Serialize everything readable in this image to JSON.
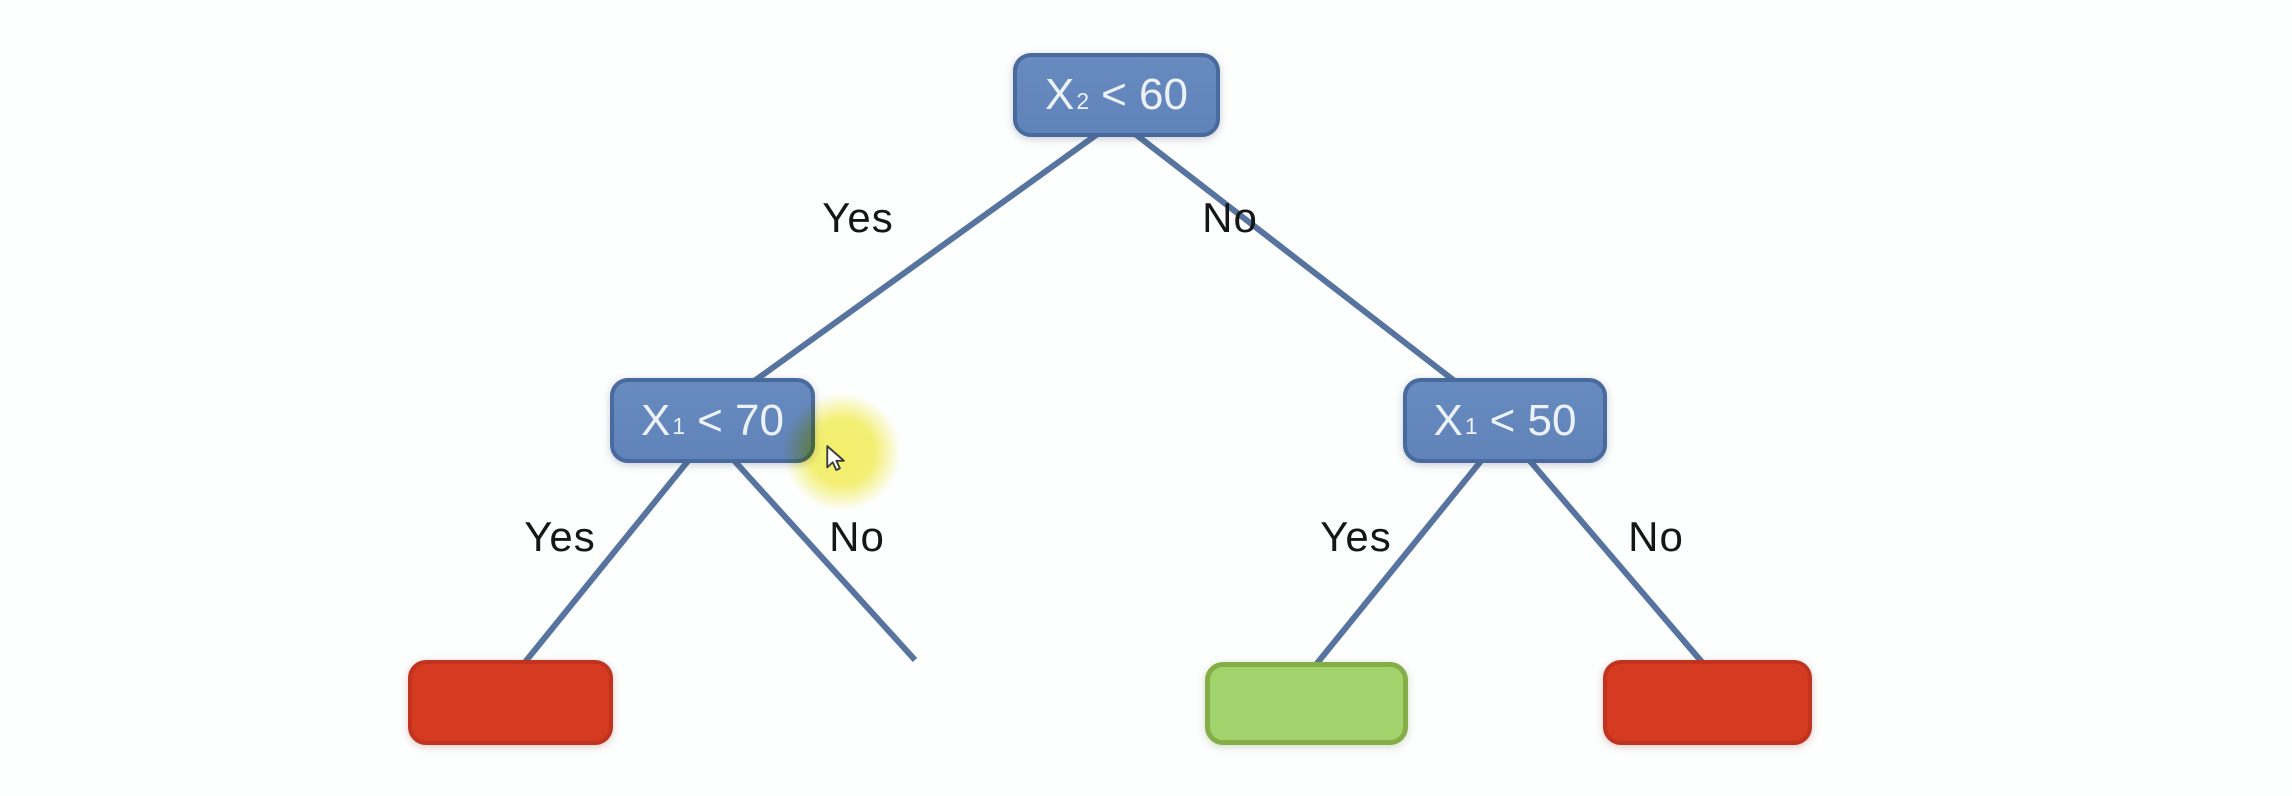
{
  "diagram": {
    "type": "decision-tree",
    "colors": {
      "node_fill": "#6083b9",
      "node_border": "#486a9c",
      "edge": "#56749f",
      "leaf_red_fill": "#d43b21",
      "leaf_red_border": "#c2331f",
      "leaf_green_fill": "#a3d36c",
      "leaf_green_border": "#85ae49",
      "node_text": "#edf2f9",
      "label_text": "#161616",
      "highlight": "#f4ee60",
      "background": "#fdfefe"
    },
    "nodes": {
      "root": {
        "variable": "X",
        "subscript": "2",
        "condition": "< 60"
      },
      "left": {
        "variable": "X",
        "subscript": "1",
        "condition": "< 70"
      },
      "right": {
        "variable": "X",
        "subscript": "1",
        "condition": "< 50"
      }
    },
    "branch_labels": {
      "root_yes": "Yes",
      "root_no": "No",
      "left_yes": "Yes",
      "left_no": "No",
      "right_yes": "Yes",
      "right_no": "No"
    },
    "leaves": {
      "left_yes_leaf": "red",
      "right_yes_leaf": "green",
      "right_no_leaf": "red"
    }
  }
}
